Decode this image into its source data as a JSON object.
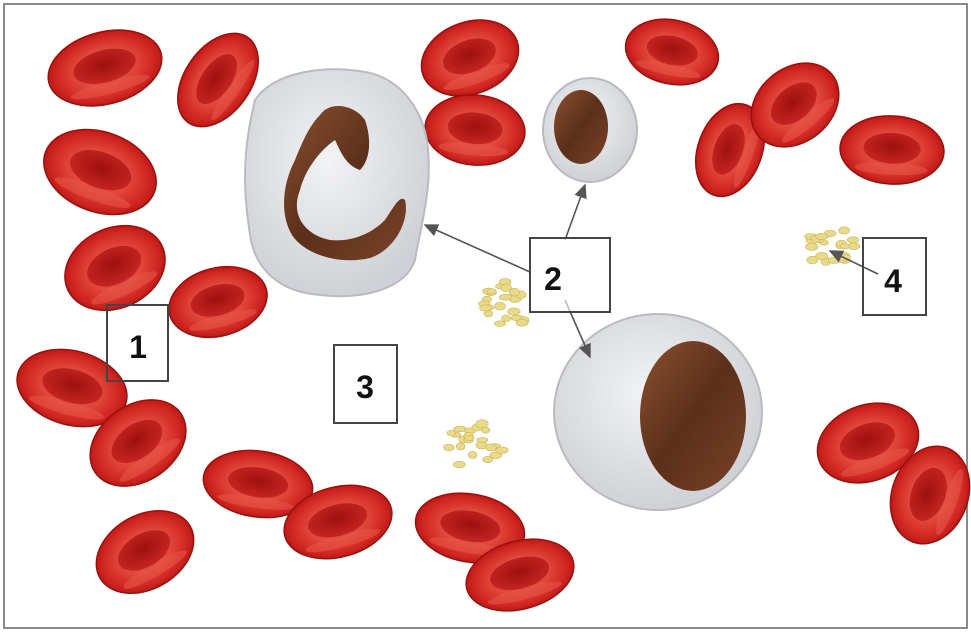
{
  "colors": {
    "background": "#ffffff",
    "frame": "#8a8a8a",
    "rbc_fill": "#c8201e",
    "rbc_rim": "#e04a40",
    "rbc_center": "#a3100f",
    "wbc_cytoplasm": "#e2e3e6",
    "nucleus": "#6a3a22",
    "platelet": "#e9d98a",
    "label_border": "#444444",
    "arrow": "#555555"
  },
  "labels": {
    "red_cell": "1",
    "white_cells": "2",
    "plasma": "3",
    "platelets": "4"
  },
  "icons": {
    "red_cell": "red-blood-cell-icon",
    "white_cell": "white-blood-cell-icon",
    "platelet": "platelet-cluster-icon"
  }
}
